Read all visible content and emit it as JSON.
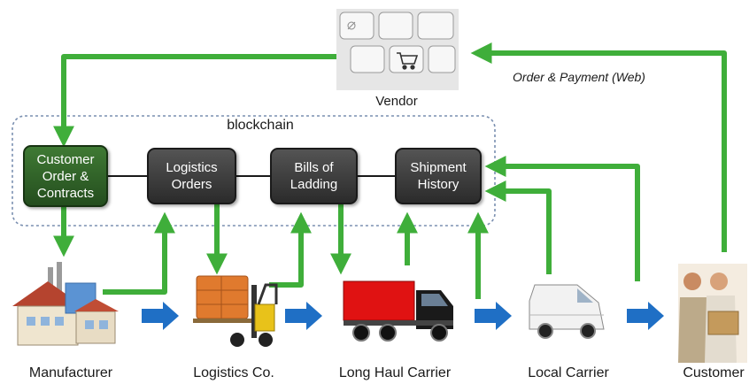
{
  "blockchain": {
    "label": "blockchain",
    "nodes": [
      {
        "id": "customer-orders",
        "label": "Customer\nOrder &\nContracts"
      },
      {
        "id": "logistics-orders",
        "label": "Logistics\nOrders"
      },
      {
        "id": "bills-of-lading",
        "label": "Bills of\nLadding"
      },
      {
        "id": "shipment-history",
        "label": "Shipment\nHistory"
      }
    ]
  },
  "vendor": {
    "label": "Vendor"
  },
  "web_flow": {
    "label": "Order & Payment (Web)"
  },
  "stages": [
    {
      "id": "manufacturer",
      "label": "Manufacturer",
      "icon": "factory-icon"
    },
    {
      "id": "logistics",
      "label": "Logistics Co.",
      "icon": "forklift-icon"
    },
    {
      "id": "long-haul",
      "label": "Long Haul Carrier",
      "icon": "truck-icon"
    },
    {
      "id": "local",
      "label": "Local Carrier",
      "icon": "van-icon"
    },
    {
      "id": "customer",
      "label": "Customer",
      "icon": "customer-icon"
    }
  ],
  "colors": {
    "flow_arrow": "#1f6fc5",
    "data_arrow": "#3fae3a",
    "node_dark": "#3a3a3a",
    "node_green": "#2f5f28",
    "chain_border": "#7a8fb0"
  }
}
